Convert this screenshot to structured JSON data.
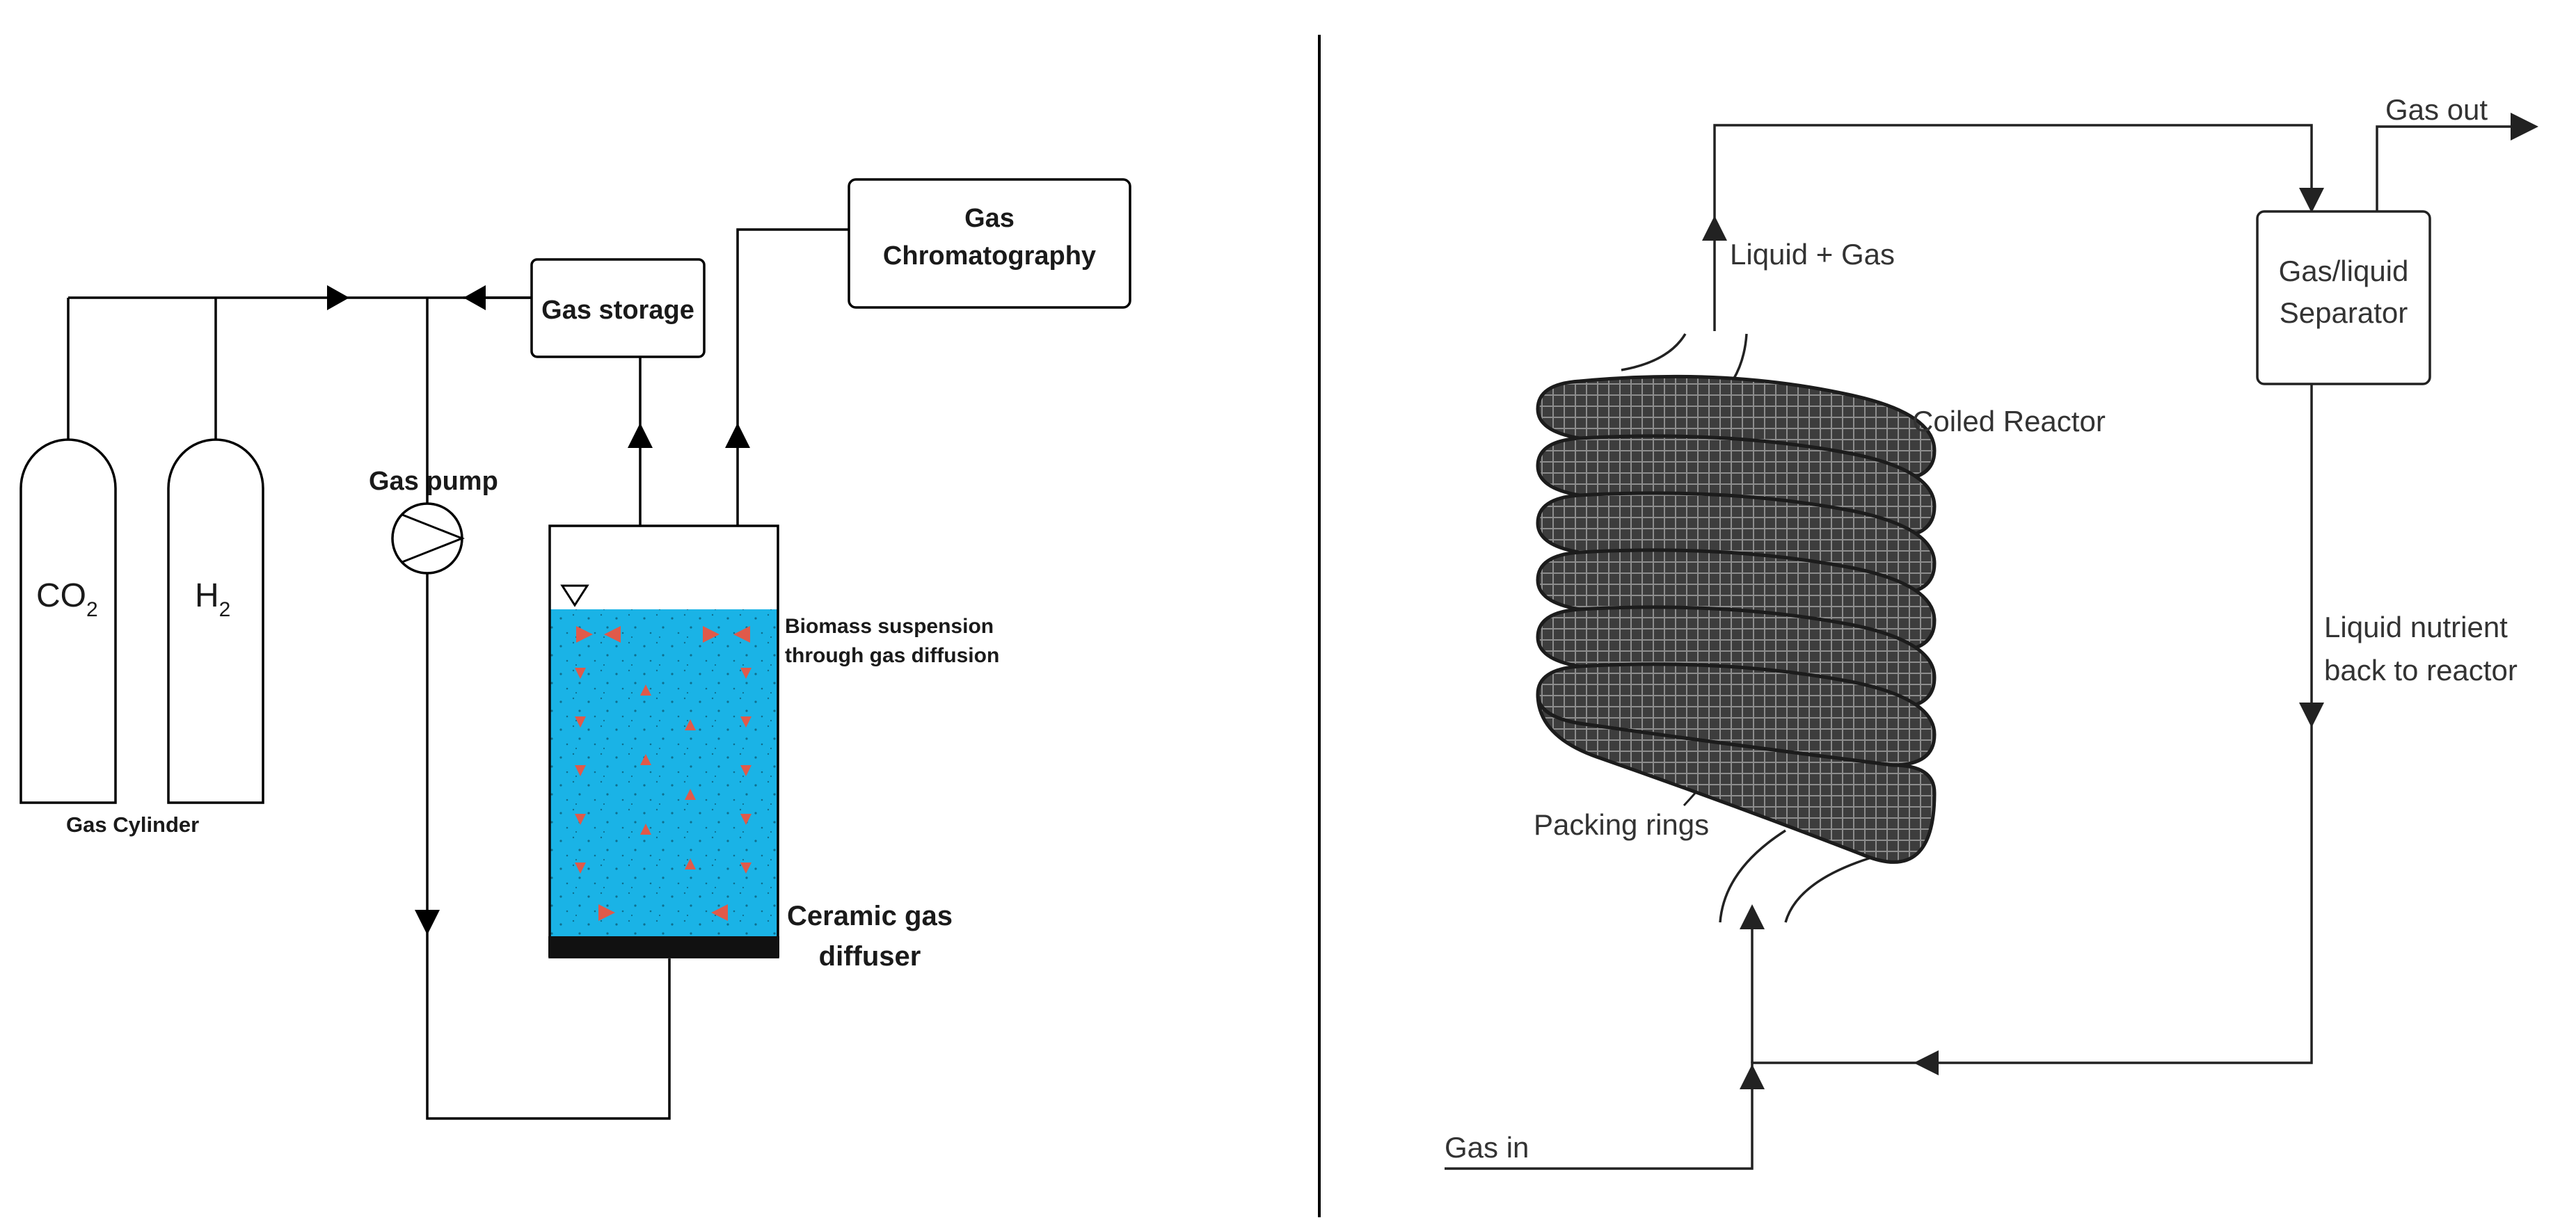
{
  "left_panel": {
    "cylinders": {
      "co2": {
        "main": "CO",
        "sub": "2"
      },
      "h2": {
        "main": "H",
        "sub": "2"
      },
      "caption": "Gas Cylinder"
    },
    "gas_pump_label": "Gas pump",
    "gas_storage_label": "Gas storage",
    "gas_chromatography_label": [
      "Gas",
      "Chromatography"
    ],
    "biomass_label": [
      "Biomass suspension",
      "through gas diffusion"
    ],
    "diffuser_label": [
      "Ceramic gas",
      "diffuser"
    ],
    "colors": {
      "liquid": "#1ab3e6",
      "bubble_arrows": "#e05a4a",
      "diffuser": "#111111"
    }
  },
  "right_panel": {
    "gas_out_label": "Gas out",
    "liquid_gas_label": "Liquid + Gas",
    "separator_label": [
      "Gas/liquid",
      "Separator"
    ],
    "coiled_reactor_label": "Coiled Reactor",
    "packing_rings_label": "Packing rings",
    "liquid_nutrient_label": [
      "Liquid nutrient",
      "back to reactor"
    ],
    "gas_in_label": "Gas in",
    "colors": {
      "coil_fill": "#3a3a3a",
      "coil_mesh": "#8a8a8a"
    }
  }
}
